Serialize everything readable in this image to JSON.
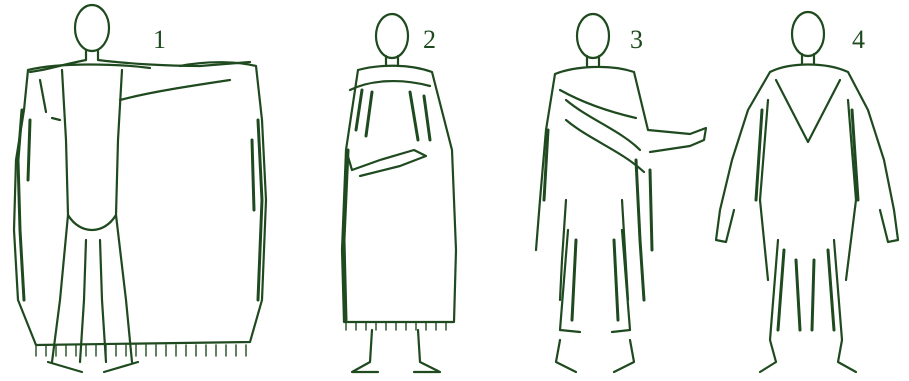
{
  "colors": {
    "ink": "#1f4a1f",
    "background": "#ffffff"
  },
  "steps": [
    {
      "label": "1"
    },
    {
      "label": "2"
    },
    {
      "label": "3"
    },
    {
      "label": "4"
    }
  ]
}
